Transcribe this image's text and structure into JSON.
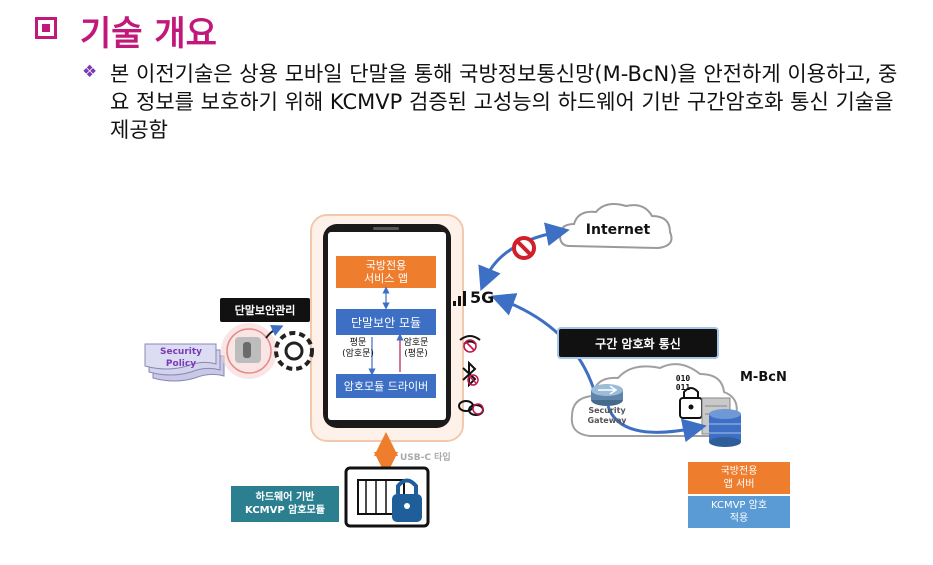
{
  "header": {
    "title": "기술 개요"
  },
  "bullet_symbol": "❖",
  "description": "본 이전기술은 상용 모바일 단말을 통해 국방정보통신망(M-BcN)을 안전하게 이용하고, 중요 정보를 보호하기 위해 KCMVP 검증된 고성능의 하드웨어 기반 구간암호화 통신 기술을 제공함",
  "diagram": {
    "phone": {
      "service_app": [
        "국방전용",
        "서비스 앱"
      ],
      "security_module": "단말보안 모듈",
      "plaintext_down": [
        "평문",
        "(암호문)"
      ],
      "ciphertext_up": [
        "암호문",
        "(평문)"
      ],
      "crypto_driver": "암호모듈 드라이버"
    },
    "terminal_security_mgmt": "단말보안관리",
    "security_policy": [
      "Security",
      "Policy"
    ],
    "network_5g": "5G",
    "internet": "Internet",
    "segment_encryption": "구간 암호화 통신",
    "security_gateway": [
      "Security",
      "Gateway"
    ],
    "mbcn": "M-BcN",
    "binary_text": "010\n011",
    "server": {
      "label": [
        "국방전용",
        "앱 서버"
      ],
      "kcmvp": [
        "KCMVP 암호",
        "적용"
      ]
    },
    "usb_type": "USB-C 타입",
    "hw_module": [
      "하드웨어 기반",
      "KCMVP 암호모듈"
    ],
    "icons": [
      "wifi-off-icon",
      "bluetooth-off-icon",
      "link-off-icon",
      "no-entry-icon",
      "lock-icon",
      "gear-icon",
      "hand-touch-icon"
    ],
    "colors": {
      "title": "#c0187b",
      "orange": "#ee7d2e",
      "blue": "#3d6fc4",
      "teal": "#2c7f8f",
      "dark": "#111111"
    }
  }
}
